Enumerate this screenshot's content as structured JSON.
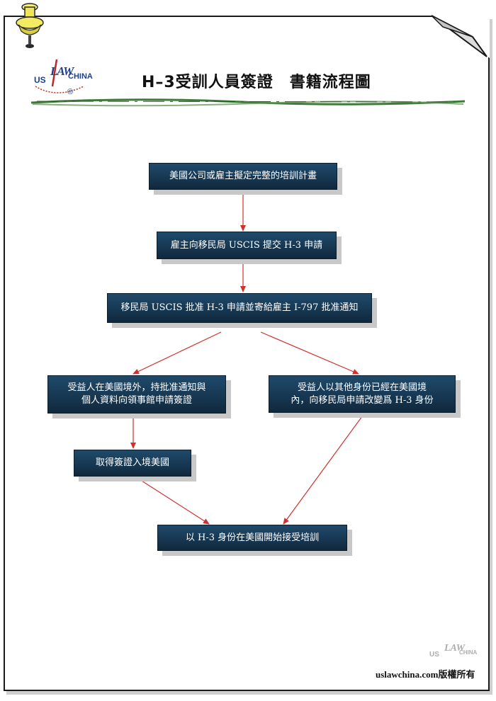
{
  "logo": {
    "us": "US",
    "law": "LAW",
    "china": "CHINA",
    "registered": "®"
  },
  "title": "H–3受訓人員簽證　書籍流程圖",
  "flow": {
    "step1": "美國公司或雇主擬定完整的培訓計畫",
    "step2": "雇主向移民局 USCIS 提交 H-3 申請",
    "step3": "移民局 USCIS 批准 H-3 申請並寄給雇主 I-797 批准通知",
    "step4a_line1": "受益人在美國境外，持批准通知與",
    "step4a_line2": "個人資料向領事館申請簽證",
    "step4b_line1": "受益人以其他身份已經在美國境",
    "step4b_line2": "內，向移民局申請改變爲 H-3 身份",
    "step5a": "取得簽證入境美國",
    "step6": "以 H-3 身份在美國開始接受培訓"
  },
  "watermark": {
    "us": "US",
    "law": "LAW",
    "china": "CHINA"
  },
  "copyright": "uslawchina.com版權所有",
  "colors": {
    "box_fill": "#163650",
    "box_text": "#ffffff",
    "arrow": "#d0312d",
    "logo_blue": "#1d3f8f",
    "divider_green": "#3f7a3a"
  },
  "icons": [
    "push-pin-icon",
    "page-curl-icon",
    "uslawchina-logo",
    "uslawchina-watermark"
  ]
}
